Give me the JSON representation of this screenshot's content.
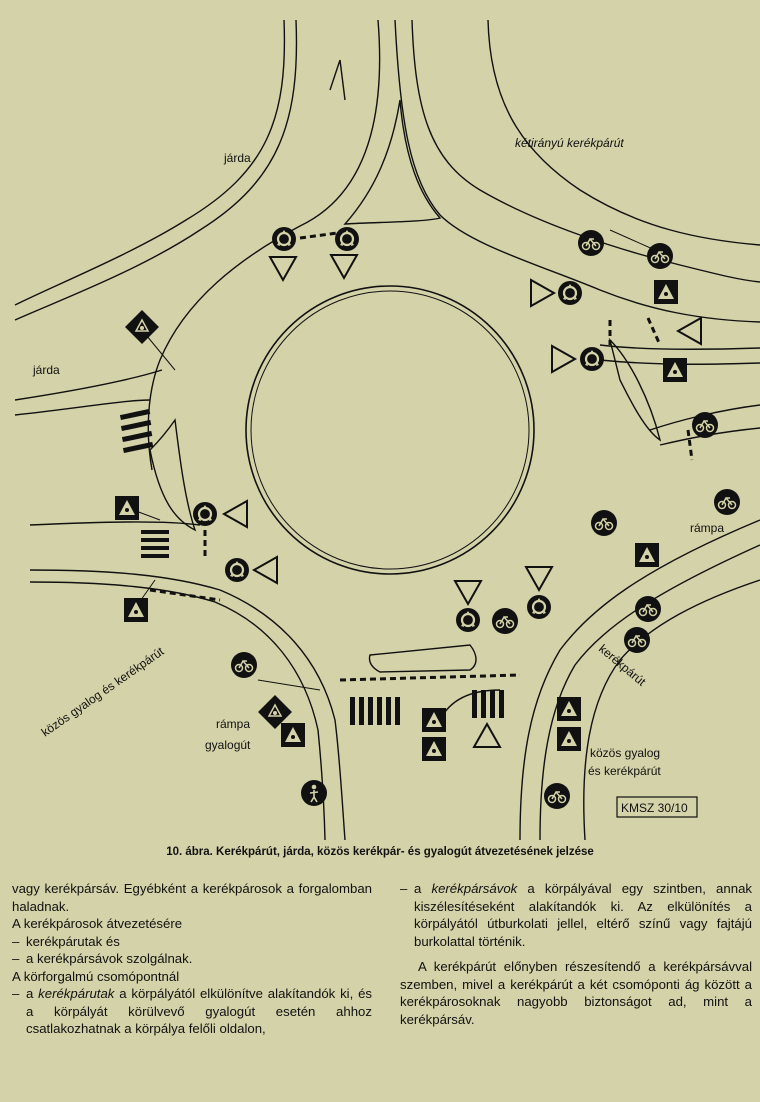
{
  "figure": {
    "labels": {
      "jarda_top": "járda",
      "ketiranyu": "kétirányú kerékpárút",
      "jarda_left": "járda",
      "rampa_right": "rámpa",
      "kerekparut_right": "kerékpárút",
      "kozos_left": "közös gyalog és kerékpárút",
      "rampa_left": "rámpa",
      "gyalogut": "gyalogút",
      "kozos_right_1": "közös gyalog",
      "kozos_right_2": "és kerékpárút",
      "stamp": "KMSZ 30/10"
    }
  },
  "caption": "10. ábra. Kerékpárút, járda, közös kerékpár- és gyalogút átvezetésének jelzése",
  "left_column": {
    "p1": "vagy kerékpársáv. Egyébként a kerékpárosok a forgalomban haladnak.",
    "p2": "A kerékpárosok átvezetésére",
    "li1": "kerékpárutak és",
    "li2": "a kerékpársávok szolgálnak.",
    "p3": "A körforgalmú csomópontnál",
    "li3_a": "a ",
    "li3_em": "kerékpárutak",
    "li3_b": " a körpályától elkülönítve alakítandók ki, és a körpályát körülvevő gyalogút esetén ahhoz csatlakozhatnak a körpálya felőli oldalon,"
  },
  "right_column": {
    "li4_a": "a ",
    "li4_em": "kerékpársávok",
    "li4_b": " a körpályával egy szintben, annak kiszélesítéseként alakítandók ki. Az elkülönítés a körpályától útburkolati jellel, eltérő színű vagy fajtájú burkolattal történik.",
    "p4": "A kerékpárút előnyben részesítendő a kerékpársávval szemben, mivel a kerékpárút a két csomóponti ág között a kerékpárosoknak nagyobb biztonságot ad, mint a kerékpársáv."
  },
  "colors": {
    "paper": "#d4d2a8",
    "ink": "#111111"
  }
}
